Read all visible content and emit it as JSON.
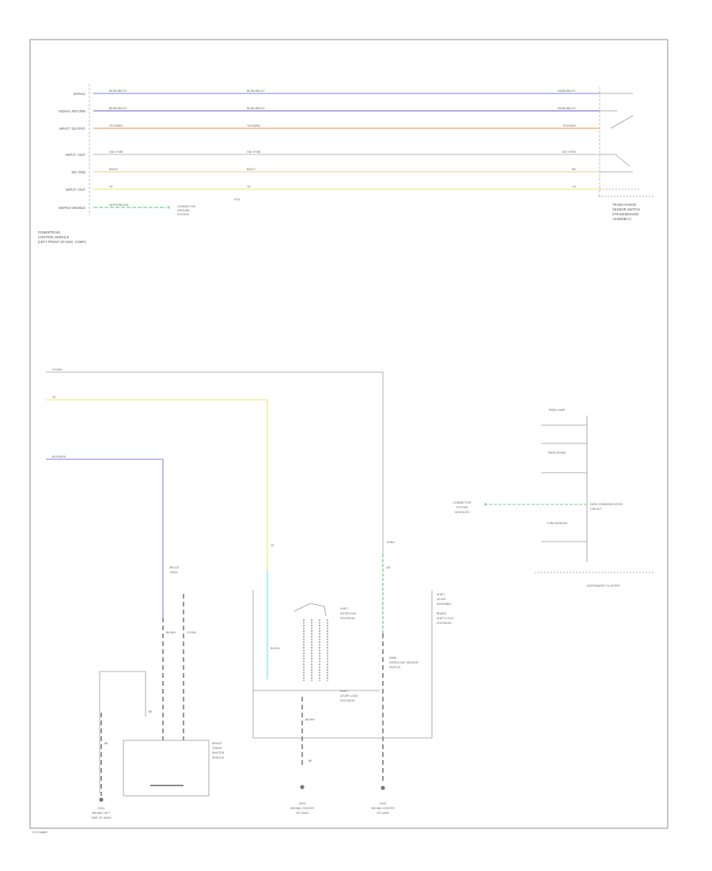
{
  "colors": {
    "frame": "#8c8c8c",
    "blue_wire": "#a8a8f0",
    "violet_wire": "#9c8fd6",
    "orange_wire": "#f5b27a",
    "grey_wire": "#cfcfcf",
    "tan_wire": "#e8e2b0",
    "yellow_wire": "#f3ee96",
    "green_wire": "#86dca0",
    "cyan_wire": "#a9e6ef",
    "ground_wire": "#b5b5b5"
  },
  "top_section": {
    "pin_labels": [
      "SIGNAL",
      "SIGNAL RETURN",
      "INPUT / OUTPUT",
      "INPUT / OUT",
      "SIG GND",
      "INPUT / OUT",
      "SWITCH ENABLE"
    ],
    "circuit_left": [
      "BK/BU/BK/GY",
      "BK/BU/BK/GY",
      "YE/GN/BK",
      "GN/ VT/BK",
      "BN/GY",
      "YE",
      "WH/YE/BU/GN"
    ],
    "circuit_mid": [
      "BK/BU/BK/GY",
      "BK/BU/BK/GY",
      "YE/GN/BK",
      "GN/ VT/BK",
      "BN/GY",
      "YE",
      ""
    ],
    "circuit_right": [
      "BK/BU/BK/GY",
      "BK/BU/BK/GY",
      "YE/GN/BK",
      "GN/ VT/BK",
      "BN",
      "YE",
      ""
    ],
    "left_module_label": [
      "POWERTRAIN",
      "CONTROL MODULE",
      "(LEFT FRONT OF ENG. COMP.)"
    ],
    "right_module_label": [
      "TRANS RANGE",
      "SENSOR SWITCH",
      "(TRANSMISSION",
      "ASSEMBLY)"
    ],
    "ground_ref": [
      "CONNECTOR",
      "GROUND",
      "SYSTEM"
    ],
    "splice_label": "S111"
  },
  "bottom_section": {
    "left_labels": [
      "GY/WH",
      "YE",
      "BU/GN/BK"
    ],
    "cluster_pins": [
      "PARK LAMP",
      "PARK SENSE",
      "TURN SENSOR"
    ],
    "cluster_connector_label": [
      "DATA COMMUNICATION",
      "CIRCUIT"
    ],
    "cluster_label": "INSTRUMENT CLUSTER",
    "cluster_ground_ref": [
      "CONNECTOR",
      "SYSTEM",
      "MODULES"
    ],
    "splice_upper": [
      "SPLICE",
      "PACK"
    ],
    "switch_label": [
      "BRAKE",
      "TRANS",
      "SHIFTER",
      "MODULE"
    ],
    "right_module_label": [
      "BRAKE",
      "SHIFT LOCK",
      "SOLENOID"
    ],
    "shift_lock_label": [
      "SHIFT",
      "INTERLOCK",
      "SOLENOID"
    ],
    "shifter_label": [
      "SHIFT",
      "LEVER LOCK",
      "SOLENOID"
    ],
    "park_switch_label": [
      "PARK",
      "INTERLOCK SENSOR",
      "SWITCH"
    ],
    "assembly_label": [
      "SHIFT",
      "LEVER",
      "ASSEMBLY"
    ],
    "ground_labels": [
      [
        "G201",
        "BEHIND LEFT",
        "SIDE OF DASH"
      ],
      [
        "G200",
        "BEHIND CENTER",
        "OF DASH"
      ],
      [
        "G200",
        "BEHIND CENTER",
        "OF DASH"
      ]
    ],
    "wire_codes": [
      "BK",
      "BK",
      "GY/WH",
      "BK/WH",
      "YE",
      "BU/GN",
      "BK/WH",
      "BK",
      "GN",
      "YE/BU"
    ],
    "page_ref": "2 of 2 pages"
  }
}
